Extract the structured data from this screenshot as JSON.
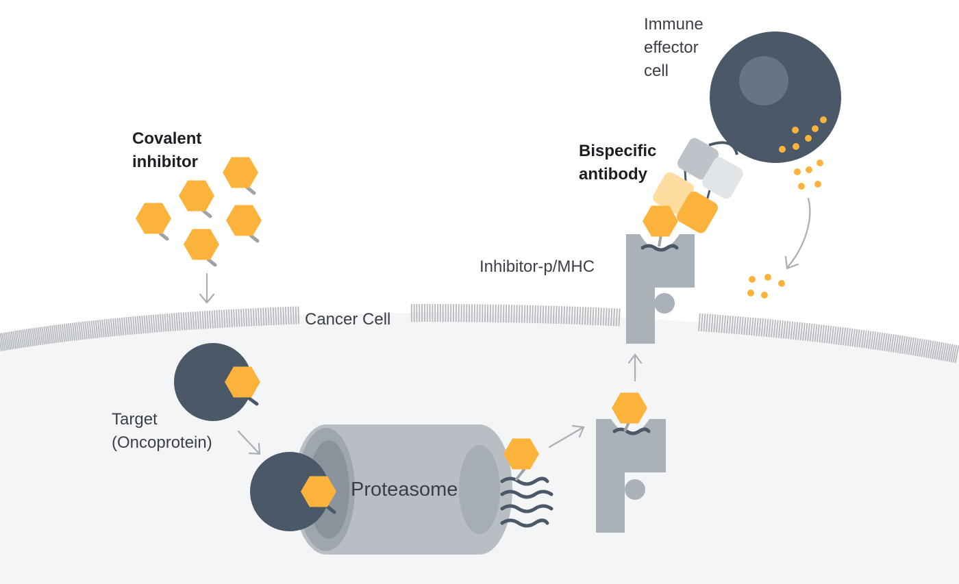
{
  "labels": {
    "covalent_inhibitor": [
      "Covalent",
      "inhibitor"
    ],
    "target": [
      "Target",
      "(Oncoprotein)"
    ],
    "proteasome": "Proteasome",
    "cancer_cell": "Cancer Cell",
    "inhibitor_pmhc": "Inhibitor-p/MHC",
    "bispecific_antibody": [
      "Bispecific",
      "antibody"
    ],
    "immune_effector_cell": [
      "Immune",
      "effector",
      "cell"
    ]
  },
  "colors": {
    "inhibitor": "#FBB33B",
    "inhibitor_stroke": "#F2A626",
    "cell_dark": "#4A5868",
    "cell_nucleus": "#667584",
    "mhc": "#ABB1B8",
    "proteasome": "#B9BEC4",
    "membrane": "#B8BCC1",
    "cytoplasm": "#F4F5F6",
    "arrow": "#A9AEB5",
    "antibody_gray": "#BEC3C9",
    "antibody_light": "#E2E5E8",
    "antibody_pale": "#FFDCA0"
  }
}
